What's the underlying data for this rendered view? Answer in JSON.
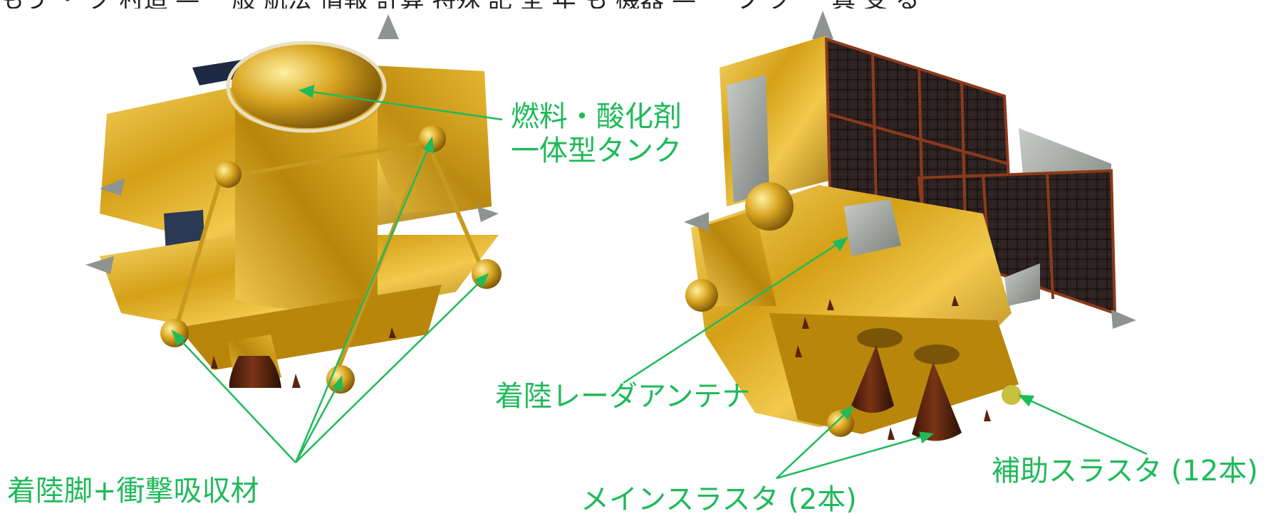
{
  "caption_fragment": "もう ・ ク 村造 — 一般 航法 情報 計算 特殊 記 全 年 も 機器 — ー プ ク ー 真 受 る",
  "labels": {
    "tank_line1": "燃料・酸化剤",
    "tank_line2": "一体型タンク",
    "landing_legs": "着陸脚+衝撃吸収材",
    "radar_antenna": "着陸レーダアンテナ",
    "main_thrusters": "メインスラスタ (2本)",
    "aux_thrusters": "補助スラスタ (12本)"
  },
  "colors": {
    "annotation": "#1fba5a",
    "foil_light": "#f2c94c",
    "foil_mid": "#d4a017",
    "foil_dark": "#8a6410",
    "solar_panel": "#2a1a1a",
    "solar_frame": "#8b3a1a",
    "nozzle": "#5a2410",
    "gray_panel": "#8f9490"
  }
}
